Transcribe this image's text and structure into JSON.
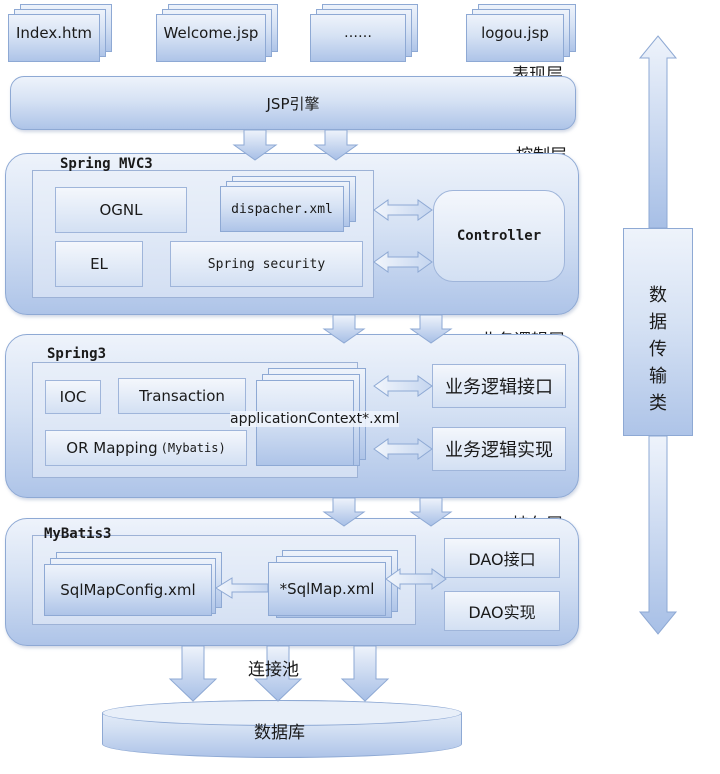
{
  "pages": [
    "Index.htm",
    "Welcome.jsp",
    "……",
    "logou.jsp"
  ],
  "layers": {
    "presentation": "表现层",
    "control": "控制层",
    "business": "业务逻辑层",
    "persistence": "持久层"
  },
  "jsp_engine": "JSP引擎",
  "spring_mvc": {
    "title": "Spring MVC3",
    "ognl": "OGNL",
    "dispatcher": "dispacher.xml",
    "el": "EL",
    "security": "Spring security",
    "controller": "Controller"
  },
  "spring": {
    "title": "Spring3",
    "ioc": "IOC",
    "transaction": "Transaction",
    "ormapping": "OR Mapping",
    "ormapping_suffix": "(Mybatis)",
    "appcontext": "applicationContext*.xml",
    "biz_interface": "业务逻辑接口",
    "biz_impl": "业务逻辑实现"
  },
  "mybatis": {
    "title": "MyBatis3",
    "sqlmapconfig": "SqlMapConfig.xml",
    "sqlmap": "*SqlMap.xml",
    "dao_interface": "DAO接口",
    "dao_impl": "DAO实现"
  },
  "connection_pool": "连接池",
  "database": "数据库",
  "data_transfer": "数据传输类"
}
